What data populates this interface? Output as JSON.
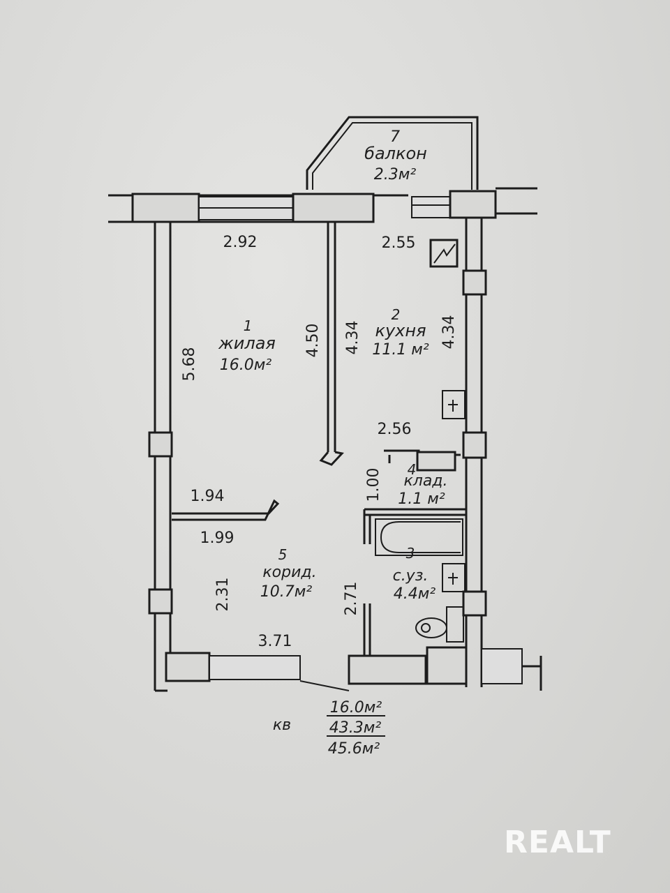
{
  "rooms": {
    "balcony": {
      "number": "7",
      "name": "балкон",
      "area": "2.3м²"
    },
    "living": {
      "number": "1",
      "name": "жилая",
      "area": "16.0м²"
    },
    "kitchen": {
      "number": "2",
      "name": "кухня",
      "area": "11.1 м²"
    },
    "storage": {
      "number": "4",
      "name": "клад.",
      "area": "1.1 м²"
    },
    "bathroom": {
      "number": "3",
      "name": "с.уз.",
      "area": "4.4м²"
    },
    "corridor": {
      "number": "5",
      "name": "корид.",
      "area": "10.7м²"
    }
  },
  "dimensions": {
    "living_width": "2.92",
    "kitchen_width": "2.55",
    "living_length": "5.68",
    "partition_length": "4.50",
    "kitchen_length_left": "4.34",
    "kitchen_length_right": "4.34",
    "kitchen_bottom_width": "2.56",
    "storage_length": "1.00",
    "corridor_partition_width": "1.94",
    "corridor_top_width": "1.99",
    "corridor_length_left": "2.31",
    "corridor_length_right": "2.71",
    "corridor_bottom_width": "3.71"
  },
  "totals": {
    "apartment_label": "кв",
    "living_area": "16.0м²",
    "total_area": "43.3м²",
    "total_with_balcony": "45.6м²"
  },
  "watermark": "REALT"
}
